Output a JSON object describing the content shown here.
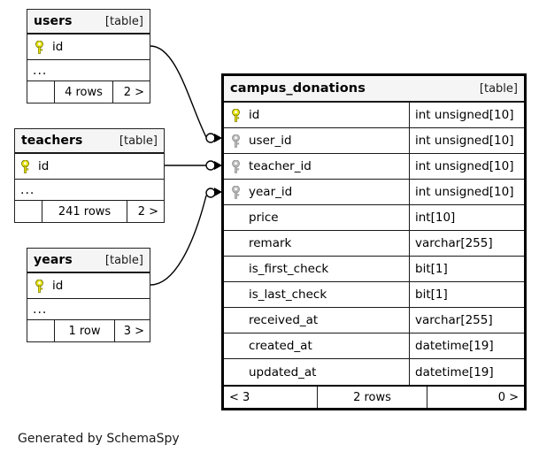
{
  "diagram": {
    "kind_label": "[table]",
    "ellipsis": "...",
    "caption": "Generated by SchemaSpy",
    "colors": {
      "primary_key": "#e8e413",
      "foreign_key": "#b5b5b5",
      "header_bg": "#f5f5f5",
      "border": "#1a1a1a",
      "background": "#ffffff"
    }
  },
  "tables": {
    "users": {
      "name": "users",
      "kind": "[table]",
      "columns": [
        {
          "name": "id",
          "key": "primary",
          "key_icon": "key-icon-primary"
        }
      ],
      "ellipsis": "...",
      "footer": {
        "pad": "",
        "rows": "4 rows",
        "right": "2 >"
      }
    },
    "teachers": {
      "name": "teachers",
      "kind": "[table]",
      "columns": [
        {
          "name": "id",
          "key": "primary",
          "key_icon": "key-icon-primary"
        }
      ],
      "ellipsis": "...",
      "footer": {
        "pad": "",
        "rows": "241 rows",
        "right": "2 >"
      }
    },
    "years": {
      "name": "years",
      "kind": "[table]",
      "columns": [
        {
          "name": "id",
          "key": "primary",
          "key_icon": "key-icon-primary"
        }
      ],
      "ellipsis": "...",
      "footer": {
        "pad": "",
        "rows": "1 row",
        "right": "3 >"
      }
    },
    "campus_donations": {
      "name": "campus_donations",
      "kind": "[table]",
      "columns": [
        {
          "name": "id",
          "type": "int unsigned[10]",
          "key": "primary",
          "key_icon": "key-icon-primary"
        },
        {
          "name": "user_id",
          "type": "int unsigned[10]",
          "key": "foreign",
          "key_icon": "key-icon-foreign"
        },
        {
          "name": "teacher_id",
          "type": "int unsigned[10]",
          "key": "foreign",
          "key_icon": "key-icon-foreign"
        },
        {
          "name": "year_id",
          "type": "int unsigned[10]",
          "key": "foreign",
          "key_icon": "key-icon-foreign"
        },
        {
          "name": "price",
          "type": "int[10]",
          "key": "none",
          "key_icon": ""
        },
        {
          "name": "remark",
          "type": "varchar[255]",
          "key": "none",
          "key_icon": ""
        },
        {
          "name": "is_first_check",
          "type": "bit[1]",
          "key": "none",
          "key_icon": ""
        },
        {
          "name": "is_last_check",
          "type": "bit[1]",
          "key": "none",
          "key_icon": ""
        },
        {
          "name": "received_at",
          "type": "varchar[255]",
          "key": "none",
          "key_icon": ""
        },
        {
          "name": "created_at",
          "type": "datetime[19]",
          "key": "none",
          "key_icon": ""
        },
        {
          "name": "updated_at",
          "type": "datetime[19]",
          "key": "none",
          "key_icon": ""
        }
      ],
      "footer": {
        "left": "< 3",
        "rows": "2 rows",
        "right": "0 >"
      }
    }
  },
  "relationships": [
    {
      "from": "users",
      "from_column": "id",
      "to": "campus_donations",
      "to_column": "user_id"
    },
    {
      "from": "teachers",
      "from_column": "id",
      "to": "campus_donations",
      "to_column": "teacher_id"
    },
    {
      "from": "years",
      "from_column": "id",
      "to": "campus_donations",
      "to_column": "year_id"
    }
  ]
}
